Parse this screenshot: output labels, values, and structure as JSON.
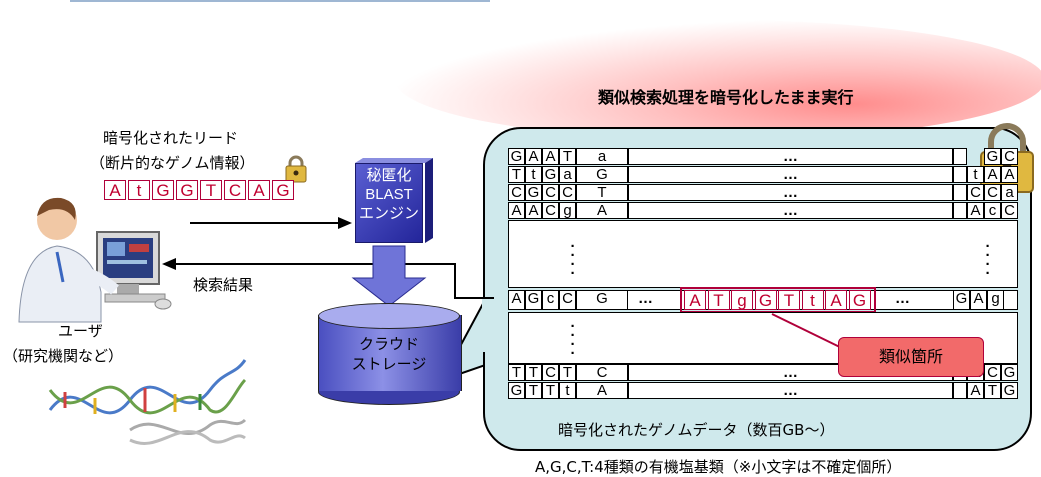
{
  "cloud_title": "類似検索処理を暗号化したまま実行",
  "read_label": {
    "line1": "暗号化されたリード",
    "line2": "（断片的なゲノム情報）",
    "bases": [
      "A",
      "t",
      "G",
      "G",
      "T",
      "C",
      "A",
      "G"
    ]
  },
  "engine": {
    "line1": "秘匿化",
    "line2": "BLAST",
    "line3": "エンジン"
  },
  "storage": {
    "line1": "クラウド",
    "line2": "ストレージ"
  },
  "search_result": "検索結果",
  "user": {
    "line1": "ユーザ",
    "line2": "（研究機関など）"
  },
  "grid": {
    "ellipsis": "…",
    "rows": [
      {
        "left": [
          "G",
          "A",
          "A",
          "T",
          "a"
        ],
        "right": [
          "G",
          "C"
        ]
      },
      {
        "left": [
          "T",
          "t",
          "G",
          "a",
          "G"
        ],
        "right": [
          "t",
          "A",
          "A"
        ]
      },
      {
        "left": [
          "C",
          "G",
          "C",
          "C",
          "T"
        ],
        "right": [
          "C",
          "C",
          "a"
        ]
      },
      {
        "left": [
          "A",
          "A",
          "C",
          "g",
          "A"
        ],
        "right": [
          "A",
          "c",
          "C"
        ]
      }
    ],
    "match_row": {
      "left": [
        "A",
        "G",
        "c",
        "C",
        "G"
      ],
      "match": [
        "A",
        "T",
        "g",
        "G",
        "T",
        "t",
        "A",
        "G"
      ],
      "right": [
        "G",
        "A",
        "g"
      ]
    },
    "bottom_rows": [
      {
        "left": [
          "T",
          "T",
          "C",
          "T",
          "C"
        ],
        "right": [
          "A",
          "C",
          "G"
        ]
      },
      {
        "left": [
          "G",
          "T",
          "T",
          "t",
          "A"
        ],
        "right": [
          "A",
          "T",
          "G"
        ]
      }
    ]
  },
  "similar_place": "類似箇所",
  "data_caption": "暗号化されたゲノムデータ（数百GB～）",
  "footer_note": "A,G,C,T:4種類の有機塩基類（※小文字は不確定個所）"
}
